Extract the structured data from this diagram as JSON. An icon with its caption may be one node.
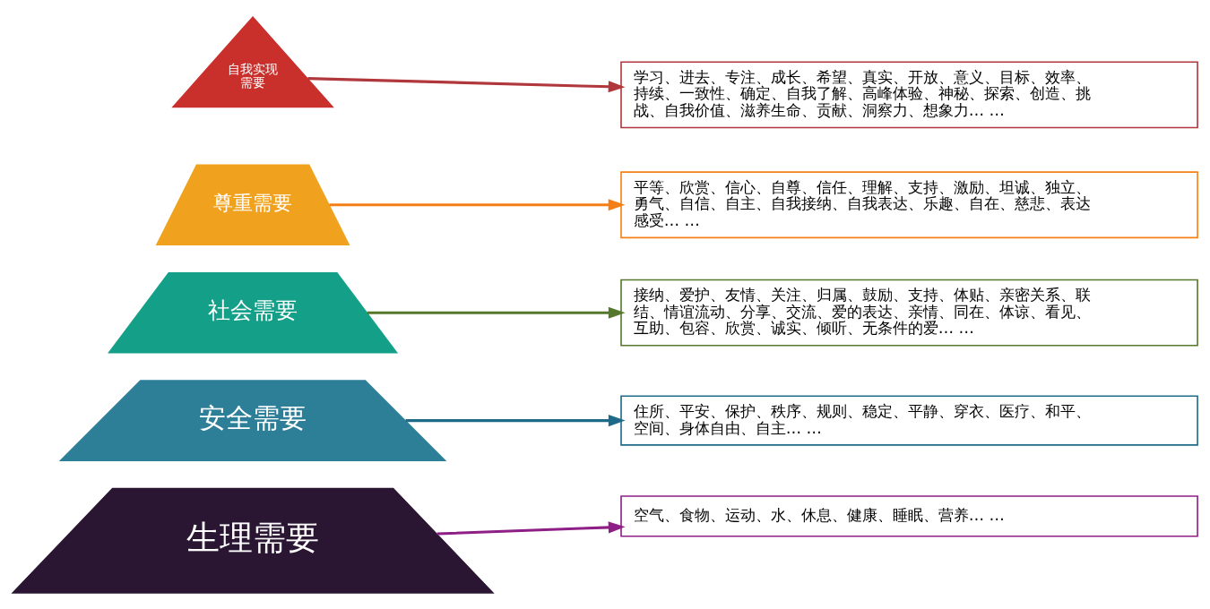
{
  "diagram": {
    "nodes": [
      {
        "text": [
          "自我实现需要"
        ]
      },
      {
        "text": [
          "尊重需要"
        ]
      },
      {
        "text": [
          "社会需要"
        ]
      },
      {
        "text": [
          "安全需要"
        ]
      },
      {
        "text": [
          "生理需要"
        ]
      },
      {
        "text": [
          "学习、进去、专注、成长、希望、真实、开放、意义、目标、效率、持续、一致性、确定、自我了解、高峰体验、神秘、探索、创造、挑战、自我价值、滋养生命、贡献、洞察力、想象力… …"
        ]
      },
      {
        "text": [
          "平等、欣赏、信心、自尊、信任、理解、支持、激励、坦诚、独立、勇气、自信、自主、自我接纳、自我表达、乐趣、自在、慈悲、表达感受… …"
        ]
      },
      {
        "text": [
          "接纳、爱护、友情、关注、归属、鼓励、支持、体贴、亲密关系、联结、情谊流动、分享、交流、爱的表达、亲情、同在、体谅、看见、互助、包容、欣赏、诚实、倾听、无条件的爱… …"
        ]
      },
      {
        "text": [
          "住所、平安、保护、秩序、规则、稳定、平静、穿衣、医疗、和平、空间、身体自由、自主… …"
        ]
      },
      {
        "text": [
          "空气、食物、运动、水、休息、健康、睡眠、营养… …"
        ]
      }
    ],
    "edges": [
      {
        "from": 0,
        "to": 5,
        "arrow": "to",
        "color": "#b0373c"
      },
      {
        "from": 1,
        "to": 6,
        "arrow": "to",
        "color": "#f57f17"
      },
      {
        "from": 2,
        "to": 7,
        "arrow": "to",
        "color": "#55782c"
      },
      {
        "from": 3,
        "to": 8,
        "arrow": "to",
        "color": "#1e6a88"
      },
      {
        "from": 4,
        "to": 9,
        "arrow": "to",
        "color": "#8e1f86"
      }
    ]
  }
}
